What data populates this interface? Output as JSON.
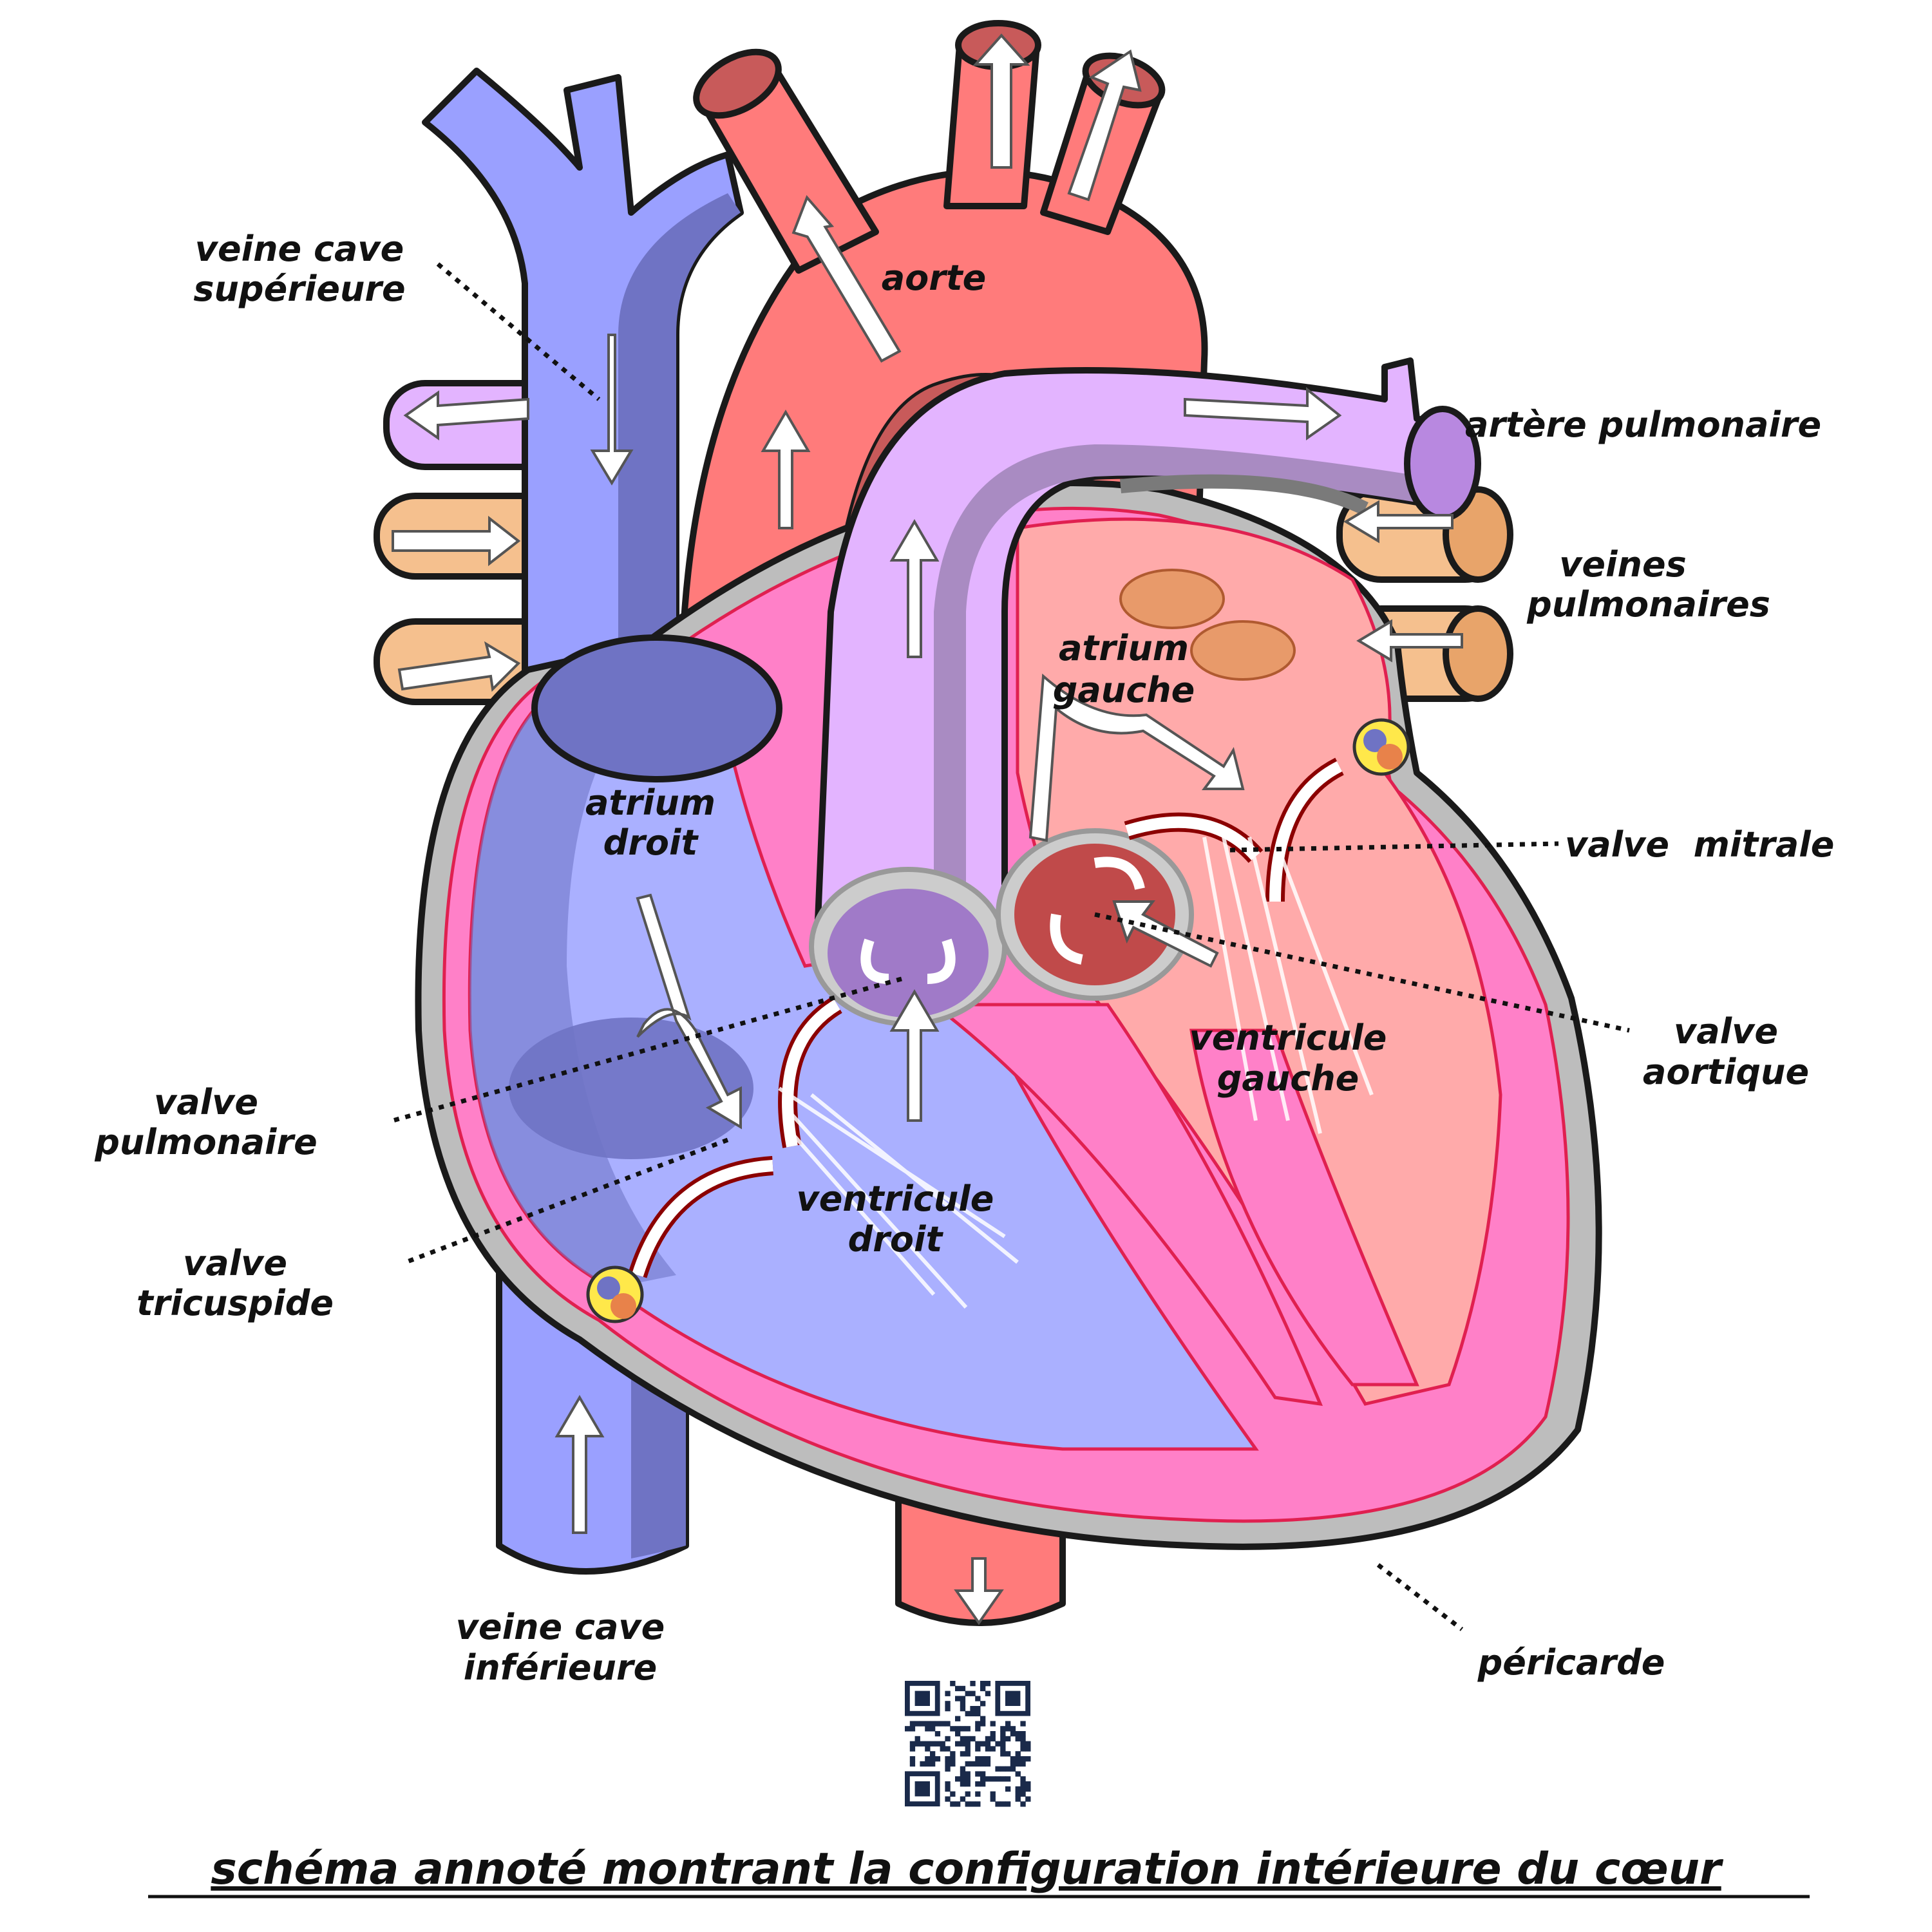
{
  "caption": "schéma annoté montrant la configuration intérieure du cœur",
  "labels": {
    "veine_cave_superieure": [
      "veine cave",
      "supérieure"
    ],
    "aorte": "aorte",
    "artere_pulmonaire": "artère pulmonaire",
    "veines_pulmonaires": [
      "veines",
      "pulmonaires"
    ],
    "atrium_gauche": [
      "atrium",
      "gauche"
    ],
    "atrium_droit": [
      "atrium",
      "droit"
    ],
    "valve_mitrale": "valve  mitrale",
    "valve_aortique": [
      "valve",
      "aortique"
    ],
    "ventricule_gauche": [
      "ventricule",
      "gauche"
    ],
    "valve_pulmonaire": [
      "valve",
      "pulmonaire"
    ],
    "ventricule_droit": [
      "ventricule",
      "droit"
    ],
    "valve_tricuspide": [
      "valve",
      "tricuspide"
    ],
    "veine_cave_inferieure": [
      "veine cave",
      "inférieure"
    ],
    "pericarde": "péricarde"
  },
  "colors": {
    "vena_cava": "#9aa0ff",
    "vena_cava_dark": "#6f73c4",
    "aorta": "#ff7b7b",
    "aorta_dark": "#c85a5a",
    "pulmonary_artery": "#e3b4ff",
    "pulmonary_artery_dark": "#a98bc2",
    "pulmonary_veins": "#f5c08e",
    "myocardium": "#ff80c8",
    "right_chambers": "#aab0ff",
    "left_chambers": "#ffaaaa",
    "pericardium": "#bdbdbd"
  },
  "icons": {
    "qr_code": "qr-code-icon"
  }
}
